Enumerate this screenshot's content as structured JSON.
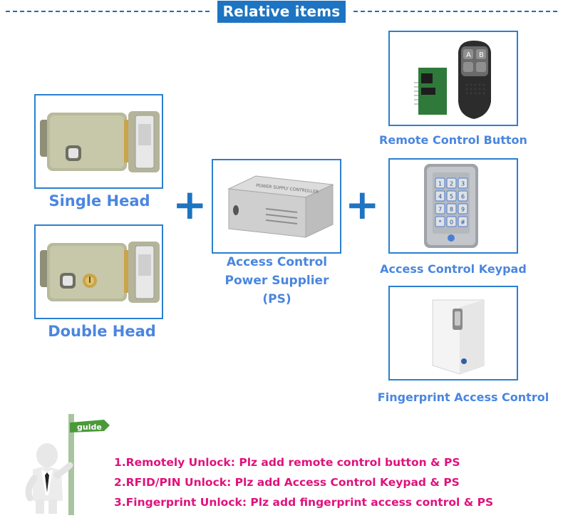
{
  "header": {
    "title": "Relative items"
  },
  "items": {
    "single_head": {
      "label": "Single Head"
    },
    "double_head": {
      "label": "Double Head"
    },
    "power_supplier": {
      "label_line1": "Access Control",
      "label_line2": "Power Supplier",
      "label_line3": "(PS)",
      "box_text": "POWER SUPPLY CONTROLLER"
    },
    "remote_control": {
      "label": "Remote Control Button"
    },
    "keypad": {
      "label": "Access Control Keypad"
    },
    "fingerprint": {
      "label": "Fingerprint Access Control"
    }
  },
  "guide": {
    "sign_text": "guide",
    "lines": [
      "1.Remotely Unlock: Plz add remote control button & PS",
      "2.RFID/PIN Unlock: Plz add Access Control Keypad & PS",
      "3.Fingerprint Unlock: Plz add fingerprint access control & PS"
    ]
  },
  "keypad_keys": [
    "1",
    "2",
    "3",
    "4",
    "5",
    "6",
    "7",
    "8",
    "9",
    "*",
    "0",
    "#"
  ],
  "remote_keys": [
    "A",
    "B",
    "",
    ""
  ],
  "colors": {
    "accent": "#1d74c2",
    "label": "#4a86df",
    "guide_text": "#e0127d"
  }
}
